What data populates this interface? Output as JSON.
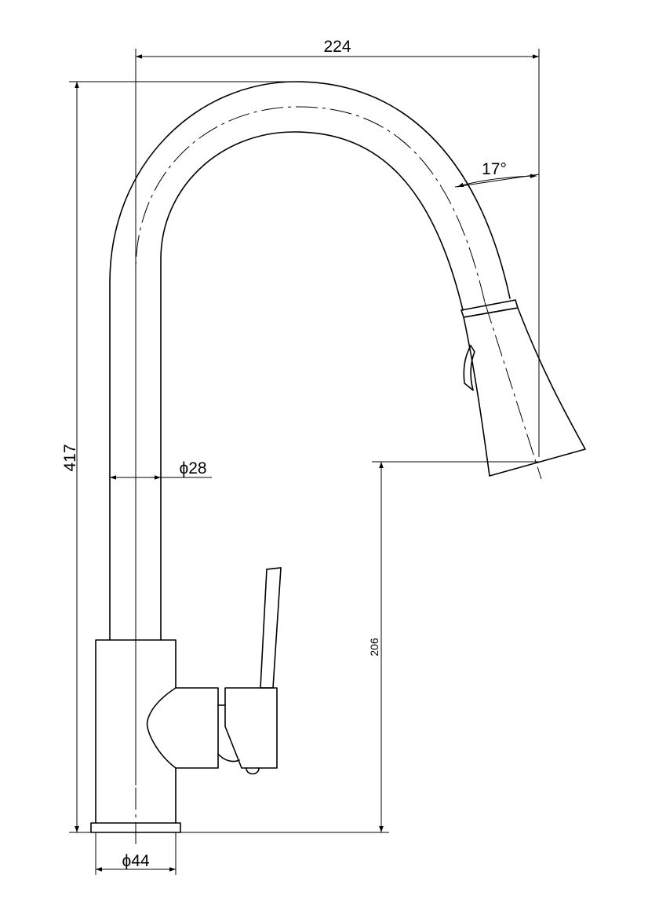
{
  "drawing": {
    "title": "",
    "dimensions": {
      "overall_width": "224",
      "overall_height": "417",
      "spout_height": "206",
      "spout_diameter": "ϕ28",
      "base_diameter": "ϕ44",
      "spray_angle": "17°"
    }
  }
}
